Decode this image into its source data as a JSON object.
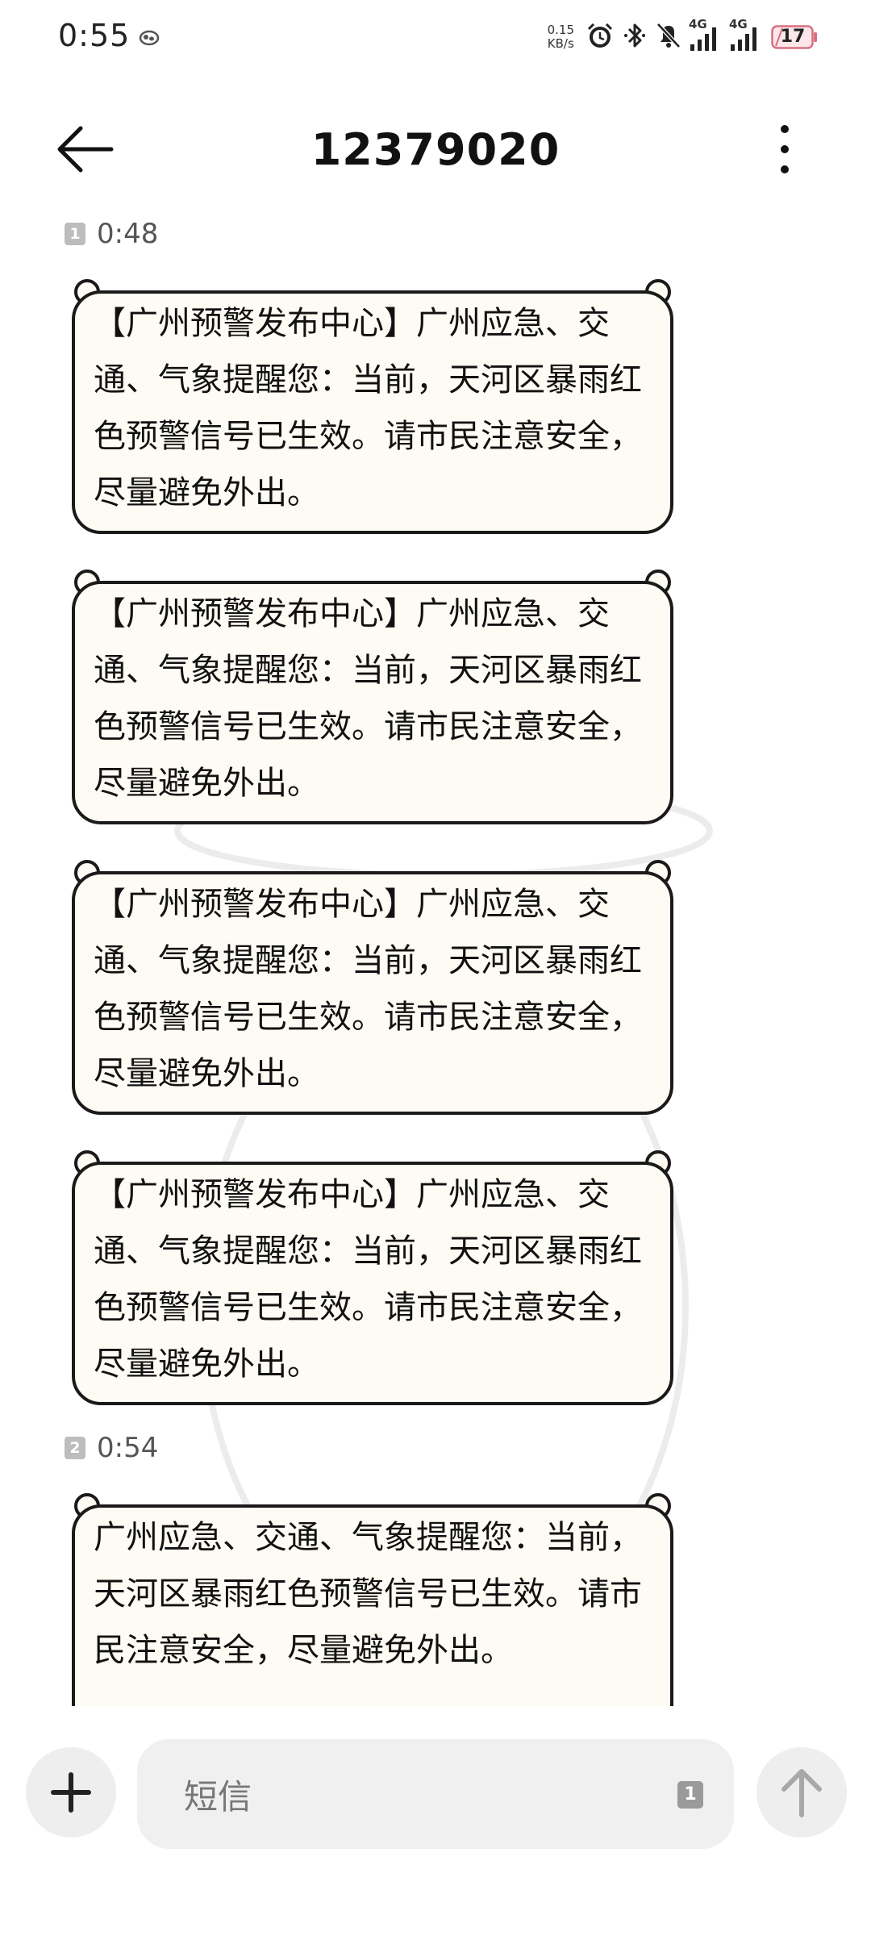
{
  "status_bar": {
    "time": "0:55",
    "net_speed_value": "0.15",
    "net_speed_unit": "KB/s",
    "sim1_network": "4G",
    "sim2_network": "4G",
    "battery_level": "17",
    "icons": [
      "alarm-icon",
      "bluetooth-icon",
      "muted-bell-icon",
      "signal-icon",
      "battery-icon"
    ]
  },
  "header": {
    "title": "12379020"
  },
  "thread": {
    "groups": [
      {
        "sim": "1",
        "time": "0:48",
        "messages": [
          "【广州预警发布中心】广州应急、交通、气象提醒您：当前，天河区暴雨红色预警信号已生效。请市民注意安全，尽量避免外出。",
          "【广州预警发布中心】广州应急、交通、气象提醒您：当前，天河区暴雨红色预警信号已生效。请市民注意安全，尽量避免外出。",
          "【广州预警发布中心】广州应急、交通、气象提醒您：当前，天河区暴雨红色预警信号已生效。请市民注意安全，尽量避免外出。",
          "【广州预警发布中心】广州应急、交通、气象提醒您：当前，天河区暴雨红色预警信号已生效。请市民注意安全，尽量避免外出。"
        ]
      },
      {
        "sim": "2",
        "time": "0:54",
        "messages": [
          "广州应急、交通、气象提醒您：当前，天河区暴雨红色预警信号已生效。请市民注意安全，尽量避免外出。"
        ]
      }
    ]
  },
  "composer": {
    "placeholder": "短信",
    "sim_selected": "1"
  },
  "colors": {
    "bubble_fill": "#fdfbf3",
    "bubble_outline": "#1a1a1a",
    "button_bg": "#eeeeee",
    "input_bg": "#f0f0f0"
  }
}
